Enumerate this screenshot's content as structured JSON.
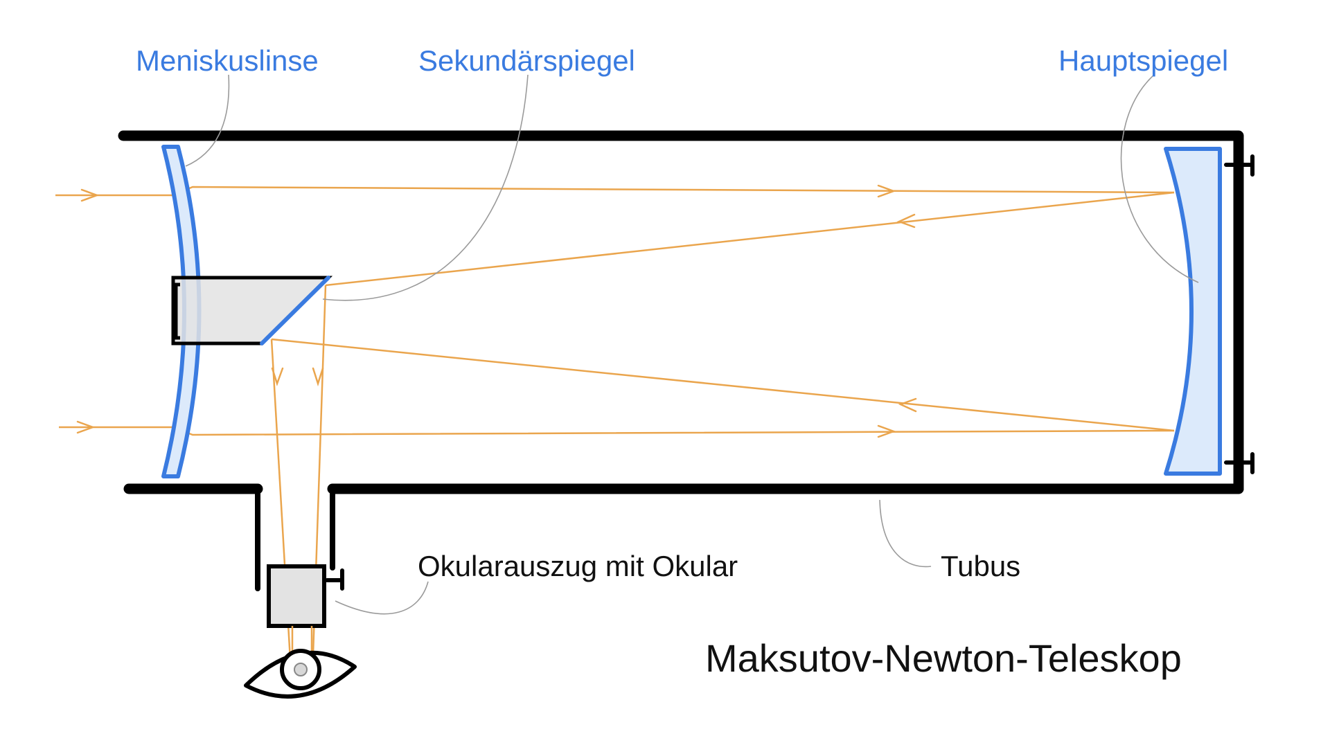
{
  "labels": {
    "meniscus_lens": "Meniskuslinse",
    "secondary_mirror": "Sekundärspiegel",
    "primary_mirror": "Hauptspiegel",
    "eyepiece": "Okularauszug mit Okular",
    "tube": "Tubus"
  },
  "title": "Maksutov-Newton-Teleskop",
  "colors": {
    "label_blue": "#3a7be0",
    "lens_stroke": "#3a7be0",
    "lens_fill": "#dceafb",
    "ray": "#eaa54d",
    "leader": "#9a9a9a",
    "tube": "#000000",
    "prism_fill": "#e3e3e3"
  },
  "icons": [
    "eye-icon"
  ]
}
